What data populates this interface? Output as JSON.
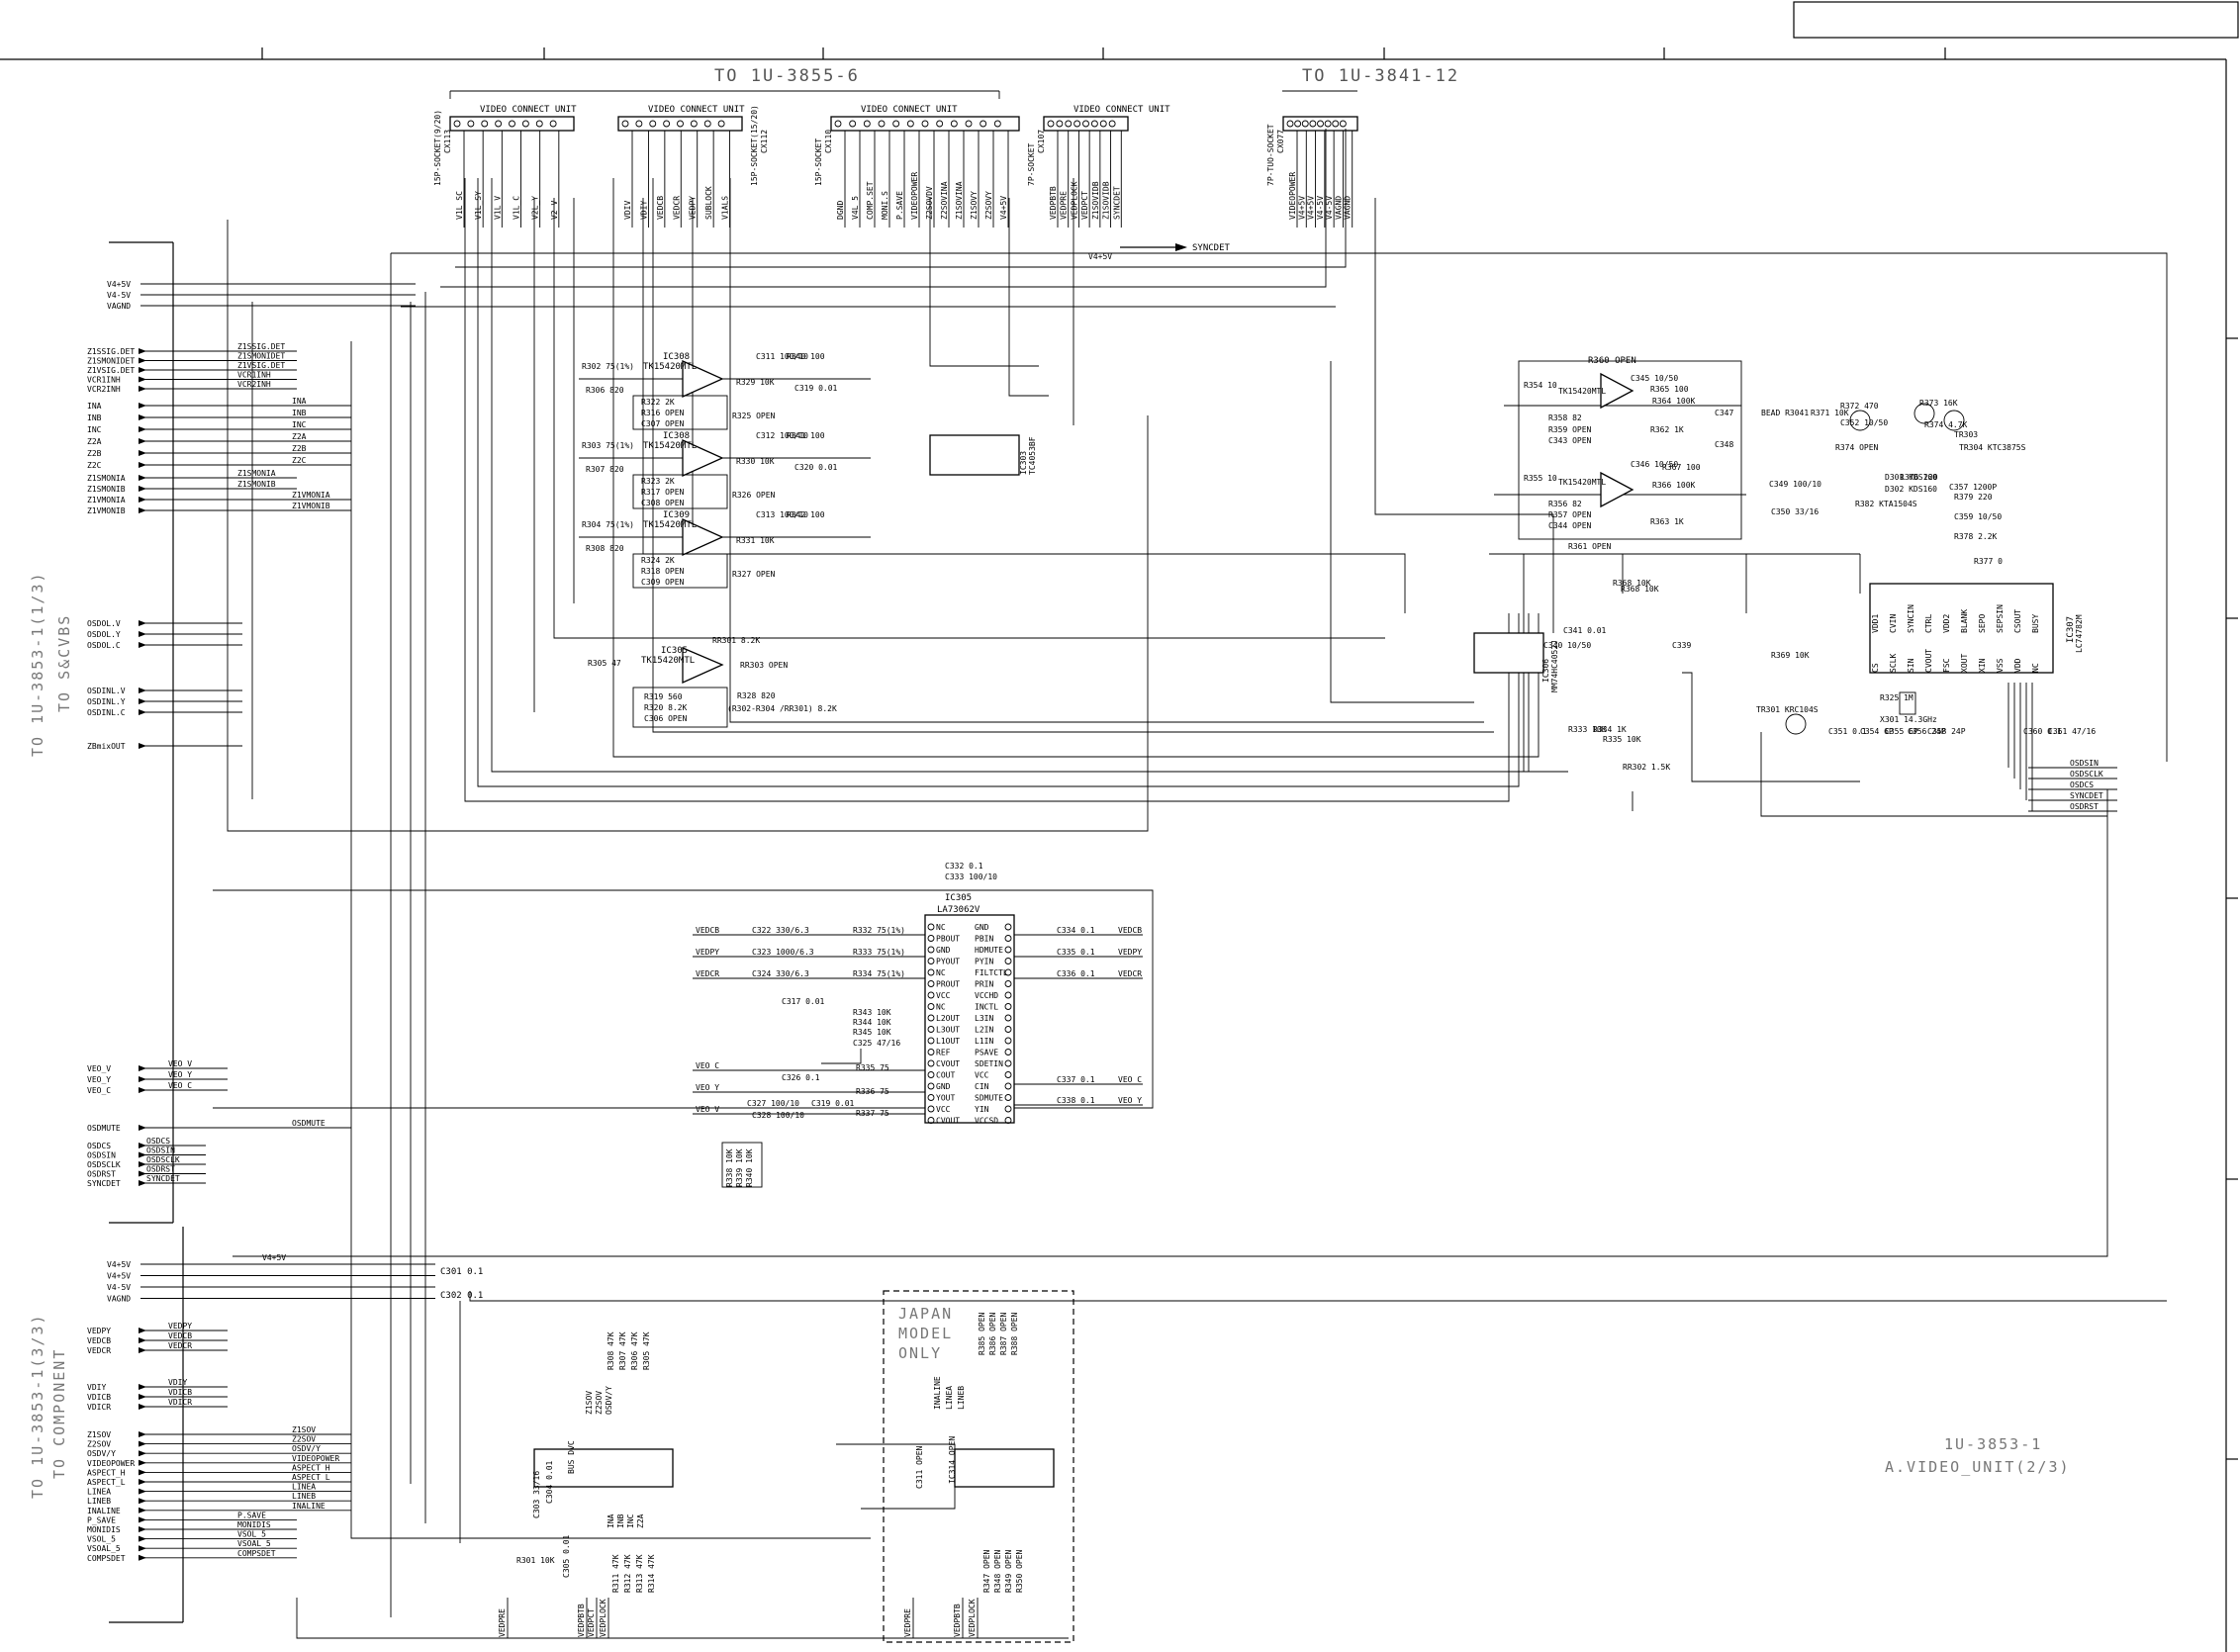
{
  "sheet": {
    "to_3855": "TO 1U-3855-6",
    "to_3841": "TO 1U-3841-12",
    "left_top_title": "TO 1U-3853-1(1/3)",
    "left_top_sub": "TO S&CVBS",
    "left_bottom_title": "TO 1U-3853-1(3/3)",
    "left_bottom_sub": "TO COMPONENT",
    "board_id": "1U-3853-1",
    "board_name": "A.VIDEO_UNIT(2/3)",
    "japan_note": [
      "JAPAN",
      "MODEL",
      "ONLY"
    ],
    "syncdet_out": "SYNCDET"
  },
  "connectors": [
    {
      "ref": "CX113",
      "type": "15P-SOCKET(9/20)",
      "unit": "VIDEO CONNECT UNIT",
      "pins": [
        "V1L_SC",
        "V1L_SY",
        "V1L_V",
        "V1L_C",
        "V2L_Y",
        "V2_V"
      ]
    },
    {
      "ref": "CX112",
      "type": "15P-SOCKET(15/20)",
      "unit": "VIDEO CONNECT UNIT",
      "pins": [
        "VDIV",
        "VDIY",
        "VEDCB",
        "VEDCR",
        "VEDPY",
        "SUBLOCK",
        "V1ALS"
      ]
    },
    {
      "ref": "CX110",
      "type": "15P-SOCKET",
      "unit": "VIDEO CONNECT UNIT",
      "pins": [
        "DGND",
        "V4L_5",
        "COMP.SET",
        "MONI.S",
        "P.SAVE",
        "VIDEOPOWER",
        "Z2SOVDV",
        "Z2SOVINA",
        "Z1SOVINA",
        "Z1SOVY",
        "Z2SOVY",
        "V4+5V"
      ]
    },
    {
      "ref": "CX107",
      "type": "7P-SOCKET",
      "unit": "VIDEO CONNECT UNIT",
      "pins": [
        "VEDPBTB",
        "VEDPRE",
        "VEDPLOCK",
        "VEDPCT",
        "Z1SOVIDB",
        "Z1SOVIDB",
        "SYNCDET"
      ]
    },
    {
      "ref": "CX077",
      "type": "7P-TUO-SOCKET",
      "unit": "",
      "pins": [
        "VIDEOPOWER",
        "V4+5V",
        "V4+5V",
        "V4-5V",
        "V4-5V",
        "VAGND",
        "VAGND"
      ]
    }
  ],
  "left_s_cvbs": {
    "power": [
      "V4+5V",
      "V4-5V",
      "VAGND"
    ],
    "detect": [
      "Z1SSIG.DET",
      "Z1SMONIDET",
      "Z1VSIG.DET",
      "VCR1INH",
      "VCR2INH"
    ],
    "detect_nets": [
      "Z1SSIG.DET",
      "Z1SMONIDET",
      "Z1VSIG.DET",
      "VCR1INH",
      "VCR2INH"
    ],
    "inputs": [
      "INA",
      "INB",
      "INC",
      "Z2A",
      "Z2B",
      "Z2C"
    ],
    "input_nets": [
      "INA",
      "INB",
      "INC",
      "Z2A",
      "Z2B",
      "Z2C"
    ],
    "moni": [
      "Z1SMONIA",
      "Z1SMONIB",
      "Z1VMONIA",
      "Z1VMONIB"
    ],
    "moni_nets": [
      "Z1SMONIA",
      "Z1SMONIB",
      "Z1VMONIA",
      "Z1VMONIB"
    ],
    "osd_out": [
      "OSDOL.V",
      "OSDOL.Y",
      "OSDOL.C"
    ],
    "osd_in": [
      "OSDINL.V",
      "OSDINL.Y",
      "OSDINL.C"
    ],
    "zbmix": "ZBmixOUT",
    "ved": [
      "VEO_V",
      "VEO_Y",
      "VEO_C"
    ],
    "ved_nets": [
      "VEO_V",
      "VEO_Y",
      "VEO_C"
    ],
    "osd_ctrl": [
      "OSDMUTE",
      "OSDCS",
      "OSDSIN",
      "OSDSCLK",
      "OSDRST",
      "SYNCDET"
    ],
    "osd_ctrl_nets": [
      "OSDMUTE",
      "OSDCS",
      "OSDSIN",
      "OSDSCLK",
      "OSDRST",
      "SYNCDET"
    ]
  },
  "left_component": {
    "power": [
      "V4+5V",
      "V4+5V",
      "V4-5V",
      "VAGND"
    ],
    "power_net": "V4+5V",
    "ved": [
      "VEDPY",
      "VEDCB",
      "VEDCR"
    ],
    "vdi": [
      "VDIY",
      "VDICB",
      "VDICR"
    ],
    "ctrl": [
      "Z1SOV",
      "Z2SOV",
      "OSDV/Y",
      "VIDEOPOWER",
      "ASPECT_H",
      "ASPECT_L",
      "LINEA",
      "LINEB",
      "INALINE",
      "P_SAVE",
      "MONIDIS",
      "VSOL_5",
      "VSOAL_5",
      "COMPSDET"
    ],
    "ctrl_nets": [
      "Z1SOV",
      "Z2SOV",
      "OSDV/Y",
      "VIDEOPOWER",
      "ASPECT_H",
      "ASPECT_L",
      "LINEA",
      "LINEB",
      "INALINE",
      "P.SAVE",
      "MONIDIS",
      "VSOL_5",
      "VSOAL_5",
      "COMPSDET"
    ]
  },
  "amps": [
    {
      "ic": "IC308",
      "part": "TK15420MTL",
      "r_in": "R302 75(1%)",
      "r_b": "R306 820",
      "r_f": "R322 2K",
      "r_g": "R316 OPEN",
      "c": "C307 OPEN",
      "r_out": "R329 10K",
      "r_o2": "R325 OPEN",
      "c_out": "C311 100/10",
      "r_l": "R340 100",
      "c2": "C319 0.01"
    },
    {
      "ic": "IC308",
      "part": "TK15420MTL",
      "r_in": "R303 75(1%)",
      "r_b": "R307 820",
      "r_f": "R323 2K",
      "r_g": "R317 OPEN",
      "c": "C308 OPEN",
      "r_out": "R330 10K",
      "r_o2": "R326 OPEN",
      "c_out": "C312 100/10",
      "r_l": "R341 100",
      "c2": "C320 0.01"
    },
    {
      "ic": "IC309",
      "part": "TK15420MTL",
      "r_in": "R304 75(1%)",
      "r_b": "R308 820",
      "r_f": "R324 2K",
      "r_g": "R318 OPEN",
      "c": "C309 OPEN",
      "r_out": "R331 10K",
      "r_o2": "R327 OPEN",
      "c_out": "C313 100/10",
      "r_l": "R342 100",
      "c2": ""
    }
  ],
  "amp4": {
    "ic": "IC305",
    "part": "TK15420MTL",
    "r1": "R305 47",
    "r2": "R319 560",
    "r3": "R320 8.2K",
    "c": "C306 OPEN",
    "r4": "RR301 8.2K",
    "r5": "R328 820",
    "r6": "RR303 OPEN",
    "note": "(R302-R304 /RR301) 8.2K"
  },
  "ic303": {
    "ref": "IC303",
    "part": "TC4053BF"
  },
  "ic306": {
    "ref": "IC306",
    "part": "MM74HC4052J"
  },
  "ic307": {
    "ref": "IC307",
    "part": "LC74782M"
  },
  "ic305": {
    "ref": "IC305",
    "part": "LA73062V",
    "left_pins": [
      "NC",
      "PBOUT",
      "GND",
      "PYOUT",
      "NC",
      "PROUT",
      "VCC",
      "NC",
      "L2OUT",
      "L3OUT",
      "L1OUT",
      "REF",
      "CVOUT",
      "COUT",
      "GND",
      "YOUT",
      "VCC",
      "CVOUT"
    ],
    "right_pins": [
      "GND",
      "PBIN",
      "HDMUTE",
      "PYIN",
      "FILTCTL",
      "PRIN",
      "VCCHD",
      "INCTL",
      "L3IN",
      "L2IN",
      "L1IN",
      "PSAVE",
      "SDETIN",
      "VCC",
      "CIN",
      "SDMUTE",
      "YIN",
      "VCCSD"
    ],
    "in_nets": [
      "VEDCB",
      "VEDPY",
      "VEDCR"
    ],
    "in_caps": [
      "C322 330/6.3",
      "C323 1000/6.3",
      "C324 330/6.3"
    ],
    "in_res": [
      "R332 75(1%)",
      "R333 75(1%)",
      "R334 75(1%)"
    ],
    "out_caps": [
      "C334 0.1",
      "C335 0.1",
      "C336 0.1"
    ],
    "out_nets": [
      "VEDCB",
      "VEDPY",
      "VEDCR"
    ],
    "mid_parts": [
      "C317 0.01",
      "R343 10K",
      "R344 10K",
      "R345 10K",
      "C325 47/16"
    ],
    "low_in": [
      "VEO_C",
      "VEO_Y",
      "VEO_V"
    ],
    "low_parts": [
      "C326 0.1",
      "C327 100/10",
      "C328 100/10",
      "C319 0.01",
      "R335 75",
      "R336 75",
      "R337 75"
    ],
    "low_out_caps": [
      "C337 0.1",
      "C338 0.1"
    ],
    "low_out_nets": [
      "VEO_C",
      "VEO_Y"
    ],
    "top_caps": [
      "C332 0.1",
      "C333 100/10"
    ],
    "bottom_res": [
      "R338 10K",
      "R339 10K",
      "R340 10K"
    ]
  },
  "osd_block": {
    "r360": "R360 OPEN",
    "ic310": "TK15420MTL",
    "parts": [
      "R354 10",
      "C345 10/50",
      "R365 100",
      "R364 100K",
      "R358 82",
      "R359 OPEN",
      "C343 OPEN",
      "R362 1K",
      "C347",
      "C348",
      "R355 10",
      "C346 10/50",
      "R367 100",
      "R366 100K",
      "R356 82",
      "R357 OPEN",
      "C344 OPEN",
      "R363 1K",
      "R361 OPEN",
      "R368 10K",
      "R369 10K",
      "R371 10K",
      "R372 470",
      "C352 10/50",
      "R374 OPEN",
      "R373 16K",
      "R374 4.7K",
      "TR303",
      "TR304 KTC3875S",
      "D301 KDS160",
      "D302 KDS160",
      "R376 220",
      "C357 1200P",
      "R379 220",
      "C359 10/50",
      "R382 KTA1504S",
      "C349 100/10",
      "C350 33/16",
      "R377 0",
      "R378 2.2K",
      "R325 1M",
      "X301 14.3GHz",
      "C354 6P",
      "C355 6P",
      "C356 24P",
      "C358 24P",
      "TR301 KRC104S",
      "C351 0.1",
      "C360 0.1",
      "C361 47/16",
      "BEAD R3041",
      "RR302 1.5K",
      "C340 10/50",
      "C341 0.01",
      "C339"
    ],
    "ic307_pins": [
      "VDD1",
      "CVIN",
      "SYNCIN",
      "CTRL",
      "VDD2",
      "BLANK",
      "SEPO",
      "SEPSIN",
      "CSOUT",
      "BUSY",
      "CS",
      "SCLK",
      "SIN",
      "CVOUT",
      "FSC",
      "XOUT",
      "XIN",
      "VSS",
      "VDD",
      "NC"
    ],
    "out_nets": [
      "OSDSIN",
      "OSDSCLK",
      "OSDCS",
      "SYNCDET",
      "OSDRST"
    ]
  },
  "bottom": {
    "caps": [
      "C301 0.1",
      "C302 0.1"
    ],
    "top_res": [
      "R308 47K",
      "R307 47K",
      "R306 47K",
      "R305 47K"
    ],
    "top_nets": [
      "Z1SOV",
      "Z2SOV",
      "OSDV/Y"
    ],
    "c303": "C303 33/16",
    "c304": "C304 0.01",
    "c305": "C305 0.01",
    "r301": "R301 10K",
    "bus": "BUS DVC",
    "bottom_res": [
      "R311 47K",
      "R312 47K",
      "R313 47K",
      "R314 47K"
    ],
    "bottom_nets": [
      "INA",
      "INB",
      "INC",
      "Z2A"
    ],
    "jp_top": [
      "R385 OPEN",
      "R386 OPEN",
      "R387 OPEN",
      "R388 OPEN"
    ],
    "jp_bot": [
      "R347 OPEN",
      "R348 OPEN",
      "R349 OPEN",
      "R350 OPEN"
    ],
    "jp_nets": [
      "INALINE",
      "LINEA",
      "LINEB"
    ],
    "jp_c": "C311 OPEN",
    "jp_ic": "IC314 OPEN",
    "out_labels": [
      "VEDPRE",
      "VEDPBTB",
      "VEDPCT",
      "VEDPLOCK",
      "VEDPRE",
      "VEDPBTB",
      "VEDPLOCK"
    ]
  },
  "misc": [
    "V4+5V",
    "R368 10K",
    "R333 10K",
    "R334 1K",
    "R335 10K"
  ]
}
